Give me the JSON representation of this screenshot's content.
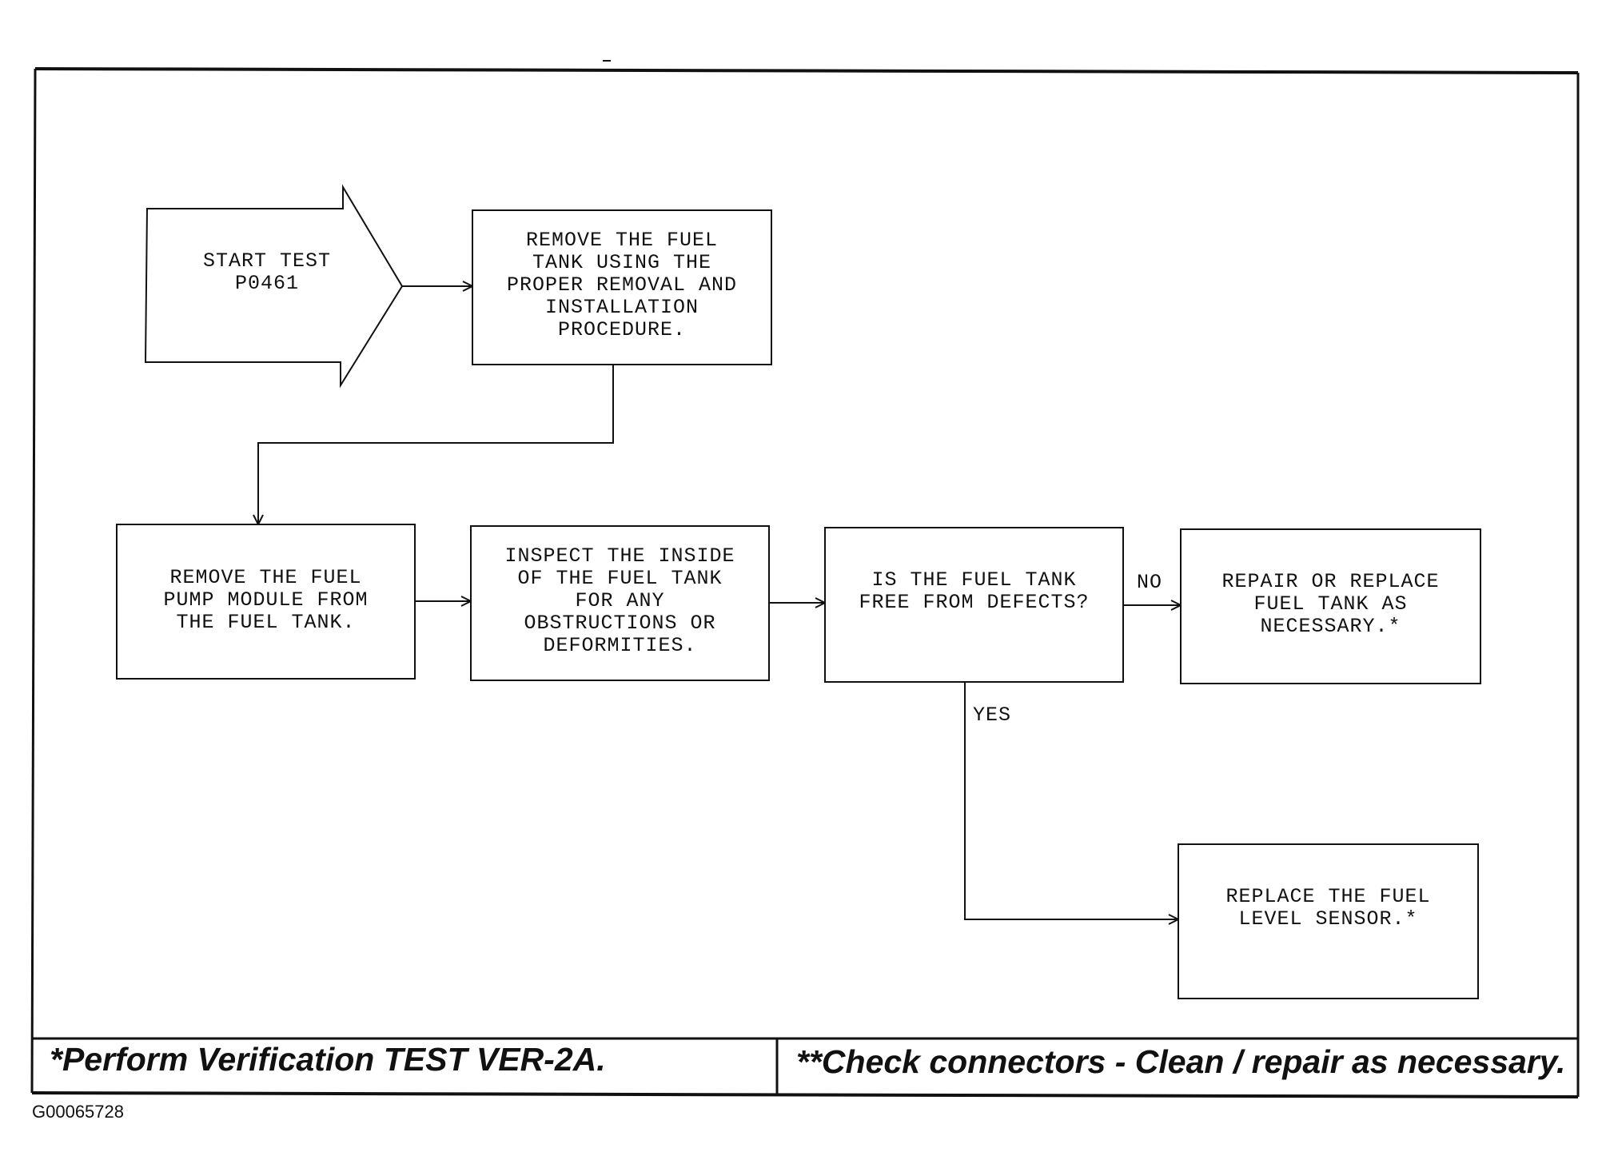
{
  "diagram": {
    "nodes": [
      {
        "id": "start",
        "shape": "arrow",
        "lines": [
          "START TEST",
          "P0461"
        ]
      },
      {
        "id": "remove_tank",
        "shape": "box",
        "lines": [
          "REMOVE THE FUEL",
          "TANK USING THE",
          "PROPER REMOVAL AND",
          "INSTALLATION",
          "PROCEDURE."
        ]
      },
      {
        "id": "remove_pump",
        "shape": "box",
        "lines": [
          "REMOVE THE FUEL",
          "PUMP MODULE FROM",
          "THE FUEL TANK."
        ]
      },
      {
        "id": "inspect",
        "shape": "box",
        "lines": [
          "INSPECT THE INSIDE",
          "OF THE FUEL TANK",
          "FOR ANY",
          "OBSTRUCTIONS OR",
          "DEFORMITIES."
        ]
      },
      {
        "id": "question",
        "shape": "box",
        "lines": [
          "IS THE FUEL TANK",
          "FREE FROM DEFECTS?"
        ]
      },
      {
        "id": "repair",
        "shape": "box",
        "lines": [
          "REPAIR OR REPLACE",
          "FUEL TANK AS",
          "NECESSARY.*"
        ]
      },
      {
        "id": "replace_sensor",
        "shape": "box",
        "lines": [
          "REPLACE THE FUEL",
          "LEVEL SENSOR.*"
        ]
      }
    ],
    "edges": [
      {
        "from": "start",
        "to": "remove_tank",
        "label": ""
      },
      {
        "from": "remove_tank",
        "to": "remove_pump",
        "label": ""
      },
      {
        "from": "remove_pump",
        "to": "inspect",
        "label": ""
      },
      {
        "from": "inspect",
        "to": "question",
        "label": ""
      },
      {
        "from": "question",
        "to": "repair",
        "label": "NO"
      },
      {
        "from": "question",
        "to": "replace_sensor",
        "label": "YES"
      }
    ]
  },
  "footer": {
    "left_note": "*Perform Verification TEST VER-2A.",
    "right_note": "**Check connectors - Clean / repair as necessary."
  },
  "figure_code": "G00065728",
  "colors": {
    "line": "#111111",
    "background": "#ffffff"
  }
}
